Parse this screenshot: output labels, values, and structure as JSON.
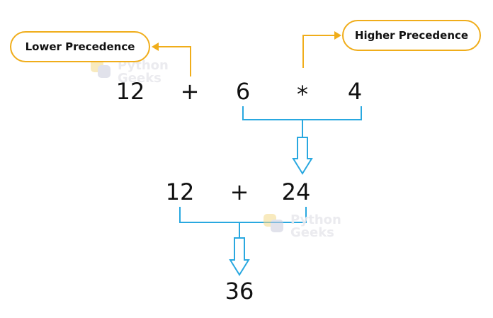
{
  "labels": {
    "lower": "Lower Precedence",
    "higher": "Higher Precedence"
  },
  "expression_1": {
    "left": "12",
    "op1": "+",
    "middle": "6",
    "op2": "*",
    "right": "4"
  },
  "expression_2": {
    "left": "12",
    "op": "+",
    "right": "24"
  },
  "result": "36",
  "watermark": {
    "line1": "Python",
    "line2": "Geeks"
  },
  "colors": {
    "label_border": "#f0ad1a",
    "arrow_orange": "#f0ad1a",
    "bracket_blue": "#29a8e0",
    "text": "#111111",
    "watermark": "#e9e9ee"
  }
}
